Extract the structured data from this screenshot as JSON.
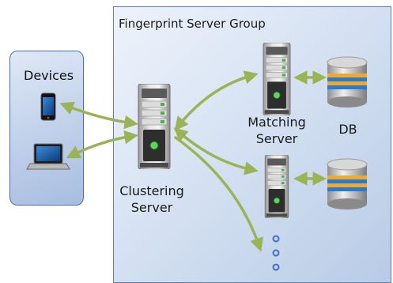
{
  "group": {
    "title": "Fingerprint Server Group"
  },
  "devices": {
    "title": "Devices"
  },
  "clustering": {
    "line1": "Clustering",
    "line2": "Server"
  },
  "matching": {
    "line1": "Matching",
    "line2": "Server"
  },
  "db": {
    "label": "DB"
  },
  "colors": {
    "arrow": "#9ab455",
    "group_border": "#5c7fb4",
    "devices_border": "#4a6fa8",
    "more_dots": "#3d6fc4"
  },
  "icons": [
    "phone-icon",
    "laptop-icon",
    "clustering-server-icon",
    "matching-server-icon",
    "database-icon",
    "more-servers-dots"
  ]
}
